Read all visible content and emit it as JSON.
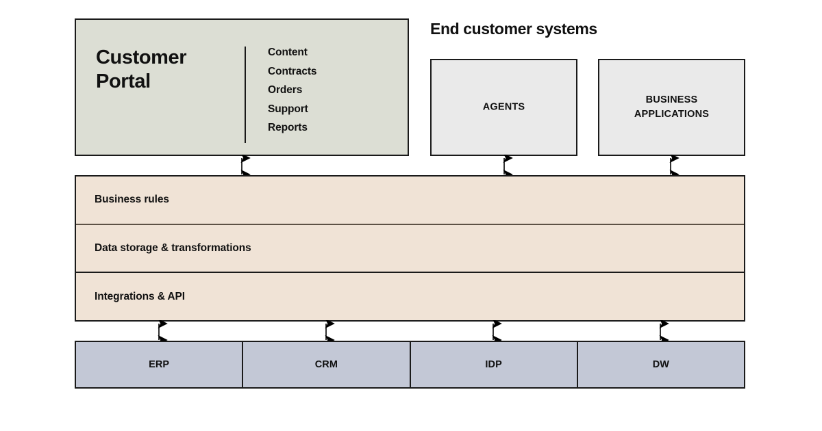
{
  "diagram": {
    "portal": {
      "title": "Customer\nPortal",
      "title_line1": "Customer",
      "title_line2": "Portal",
      "menu": [
        {
          "label": "Content"
        },
        {
          "label": "Contracts"
        },
        {
          "label": "Orders"
        },
        {
          "label": "Support"
        },
        {
          "label": "Reports"
        }
      ],
      "fill_color": "#dcded4"
    },
    "end_customer_systems": {
      "heading": "End customer systems",
      "boxes": [
        {
          "label": "AGENTS"
        },
        {
          "label": "BUSINESS\nAPPLICATIONS",
          "line1": "BUSINESS",
          "line2": "APPLICATIONS"
        }
      ],
      "fill_color": "#eaeaea"
    },
    "platform": {
      "layers": [
        {
          "label": "Business rules"
        },
        {
          "label": "Data storage & transformations"
        },
        {
          "label": "Integrations & API"
        }
      ],
      "fill_color": "#f0e3d6"
    },
    "backend_systems": {
      "cells": [
        {
          "label": "ERP"
        },
        {
          "label": "CRM"
        },
        {
          "label": "IDP"
        },
        {
          "label": "DW"
        }
      ],
      "fill_color": "#c3c8d6"
    },
    "connectors": {
      "type": "double-headed-vertical-arrow",
      "color": "#000000",
      "upper": [
        {
          "from": "Customer Portal",
          "to": "Business rules"
        },
        {
          "from": "AGENTS",
          "to": "Business rules"
        },
        {
          "from": "BUSINESS APPLICATIONS",
          "to": "Business rules"
        }
      ],
      "lower": [
        {
          "from": "Integrations & API",
          "to": "ERP"
        },
        {
          "from": "Integrations & API",
          "to": "CRM"
        },
        {
          "from": "Integrations & API",
          "to": "IDP"
        },
        {
          "from": "Integrations & API",
          "to": "DW"
        }
      ]
    }
  }
}
